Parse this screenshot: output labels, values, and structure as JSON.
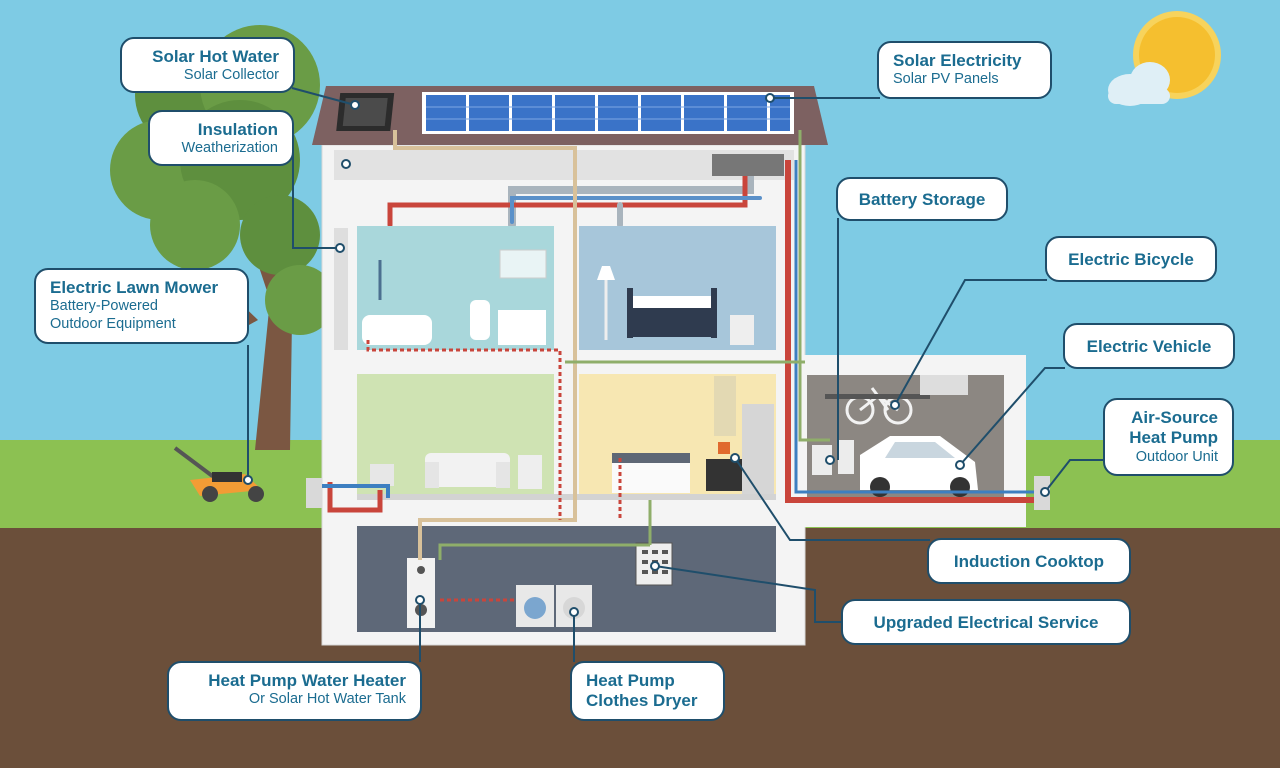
{
  "labels": {
    "solar_hot_water": {
      "title": "Solar Hot Water",
      "sub": "Solar Collector"
    },
    "insulation": {
      "title": "Insulation",
      "sub": "Weatherization"
    },
    "lawn_mower": {
      "title": "Electric Lawn Mower",
      "sub1": "Battery-Powered",
      "sub2": "Outdoor Equipment"
    },
    "solar_electricity": {
      "title": "Solar Electricity",
      "sub": "Solar PV Panels"
    },
    "battery": {
      "title": "Battery Storage"
    },
    "bicycle": {
      "title": "Electric Bicycle"
    },
    "vehicle": {
      "title": "Electric Vehicle"
    },
    "heat_pump": {
      "title1": "Air-Source",
      "title2": "Heat Pump",
      "sub": "Outdoor Unit"
    },
    "cooktop": {
      "title": "Induction Cooktop"
    },
    "electrical": {
      "title": "Upgraded Electrical Service"
    },
    "water_heater": {
      "title": "Heat Pump Water Heater",
      "sub": "Or Solar Hot Water Tank"
    },
    "dryer": {
      "title1": "Heat Pump",
      "title2": "Clothes Dryer"
    }
  },
  "colors": {
    "sky": "#7ecbe4",
    "grass": "#8cc152",
    "soil": "#6b4f3a",
    "label_border": "#1f4e6b",
    "label_text": "#1b6c90",
    "hot_pipe": "#d0453a",
    "cold_pipe": "#3d7fc1",
    "green_wire": "#8fae6a",
    "sun": "#f7c83b"
  },
  "icons": [
    "sun-icon",
    "cloud-icon",
    "tree-icon",
    "solar-panel-icon",
    "solar-collector-icon",
    "lawn-mower-icon",
    "bicycle-icon",
    "car-icon",
    "heat-pump-unit-icon",
    "washer-icon",
    "dryer-icon",
    "electrical-panel-icon",
    "water-heater-icon",
    "bathtub-icon",
    "bed-icon",
    "sofa-icon",
    "stove-icon",
    "fridge-icon"
  ]
}
